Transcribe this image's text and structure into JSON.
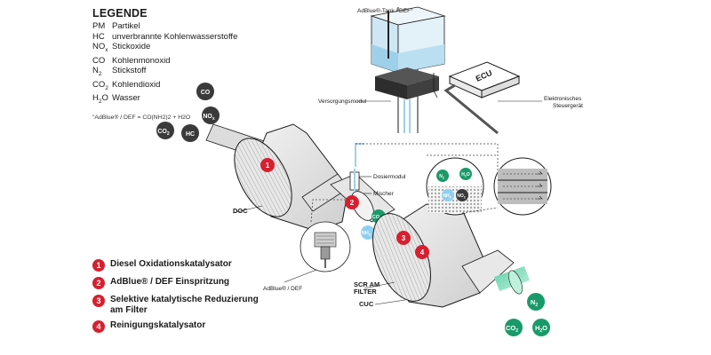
{
  "legend": {
    "title": "LEGENDE",
    "items": [
      {
        "abbr": "PM",
        "sub": "",
        "text": "Partikel"
      },
      {
        "abbr": "HC",
        "sub": "",
        "text": "unverbrannte Kohlenwasserstoffe"
      },
      {
        "abbr": "NO",
        "sub": "x",
        "text": "Stickoxide"
      },
      {
        "abbr": "CO",
        "sub": "",
        "text": "Kohlenmonoxid"
      },
      {
        "abbr": "N",
        "sub": "2",
        "text": "Stickstoff"
      },
      {
        "abbr": "CO",
        "sub": "2",
        "text": "Kohlendioxid"
      },
      {
        "abbr": "H",
        "sub": "2",
        "abbr2": "O",
        "text": "Wasser"
      }
    ],
    "note": "\"AdBlue® / DEF = CO(NH2)2 + H2O"
  },
  "steps": [
    {
      "num": "1",
      "label": "Diesel Oxidationskatalysator"
    },
    {
      "num": "2",
      "label": "AdBlue® / DEF Einspritzung"
    },
    {
      "num": "3",
      "label": "Selektive katalytische Reduzierung am Filter"
    },
    {
      "num": "4",
      "label": "Reinigungskatalysator"
    }
  ],
  "diagram": {
    "tank_label": "AdBlue®-Tank / DEF°",
    "ecu_label": "ECU",
    "supply_label": "Versorgungsmodul",
    "ecu_caption_1": "Elektronisches",
    "ecu_caption_2": "Steuergerät",
    "doc_label": "DOC",
    "dosing_label": "Dosiermodul",
    "mixer_label": "Mischer",
    "adblue_label": "AdBlue® / DEF",
    "scr_label_1": "SCR AM",
    "scr_label_2": "FILTER",
    "cuc_label": "CUC",
    "badge_1": "1",
    "badge_2": "2",
    "badge_3": "3",
    "badge_4": "4",
    "in_co": "CO",
    "in_nox": "NO",
    "in_nox_sub": "x",
    "in_co2": "CO",
    "in_co2_sub": "2",
    "in_hc": "HC",
    "mix_co2": "CO",
    "mix_co2_sub": "2",
    "mix_nh3": "NH",
    "mix_nh3_sub": "3",
    "zoom_n2": "N",
    "zoom_n2_sub": "2",
    "zoom_h2o": "H",
    "zoom_h2o_tail": "O",
    "zoom_h2o_sub": "2",
    "zoom_nh3": "NH",
    "zoom_nh3_sub": "3",
    "zoom_no2": "NO",
    "zoom_no2_sub": "2",
    "out_n2": "N",
    "out_n2_sub": "2",
    "out_co2": "CO",
    "out_co2_sub": "2",
    "out_h2o": "H",
    "out_h2o_sub": "2",
    "out_h2o_tail": "O"
  },
  "colors": {
    "accent_red": "#d6202f",
    "green": "#1a9a6a",
    "mint": "#5fd0a8",
    "dark_circle": "#3a3a3a",
    "light_blue": "#bfe0f2",
    "metal": "#e4e4e4"
  }
}
